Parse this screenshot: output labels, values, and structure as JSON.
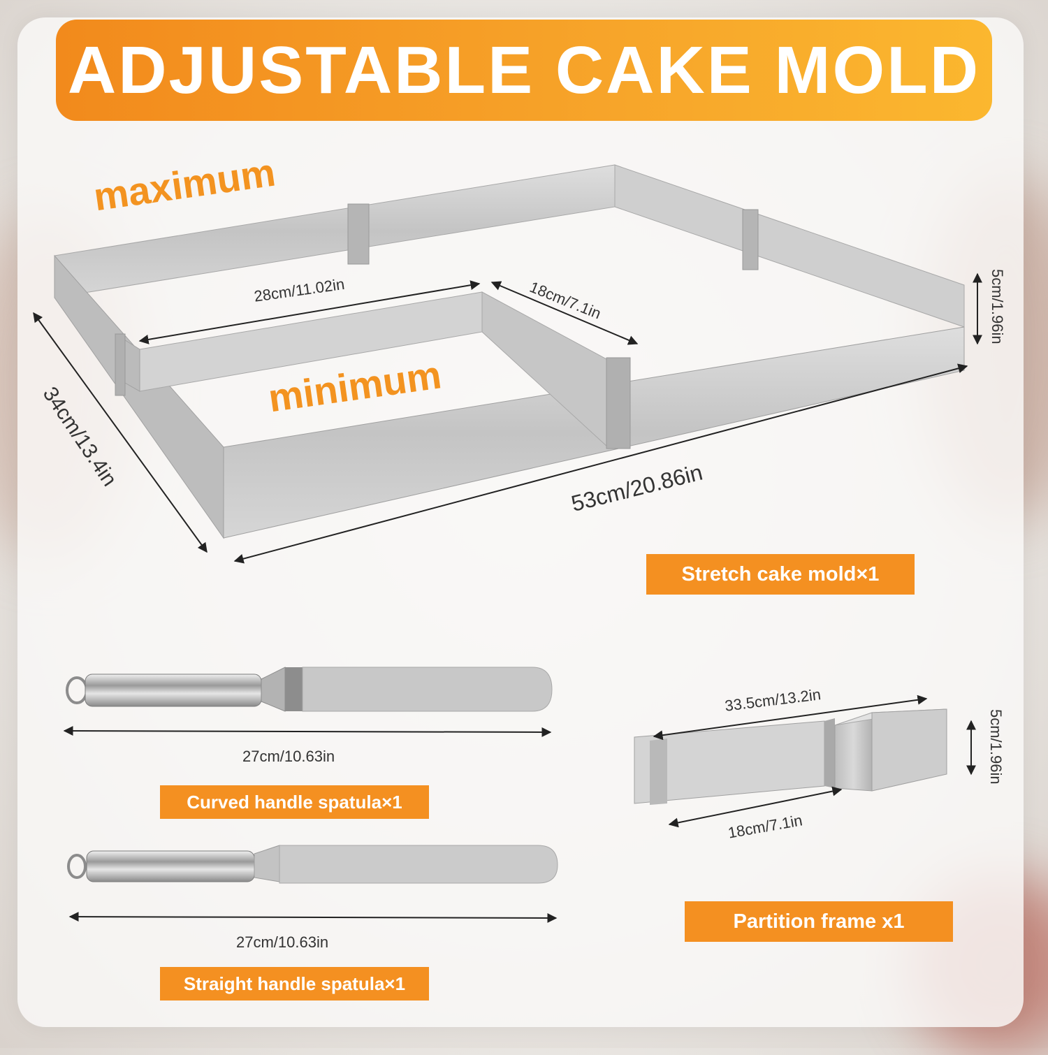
{
  "banner": {
    "title": "ADJUSTABLE CAKE MOLD"
  },
  "mold": {
    "label_maximum": "maximum",
    "label_minimum": "minimum",
    "dim_inner_width": "28cm/11.02in",
    "dim_inner_depth": "18cm/7.1in",
    "dim_height": "5cm/1.96in",
    "dim_depth": "34cm/13.4in",
    "dim_length": "53cm/20.86in",
    "tag": "Stretch cake mold×1"
  },
  "curved_spatula": {
    "dim_length": "27cm/10.63in",
    "tag": "Curved handle spatula×1"
  },
  "straight_spatula": {
    "dim_length": "27cm/10.63in",
    "tag": "Straight handle spatula×1"
  },
  "partition": {
    "dim_length": "33.5cm/13.2in",
    "dim_height": "5cm/1.96in",
    "dim_inner": "18cm/7.1in",
    "tag": "Partition frame x1"
  },
  "colors": {
    "accent": "#f49021",
    "banner_start": "#f28a1c",
    "banner_end": "#fbb72f",
    "steel": "#c9c9c9"
  }
}
